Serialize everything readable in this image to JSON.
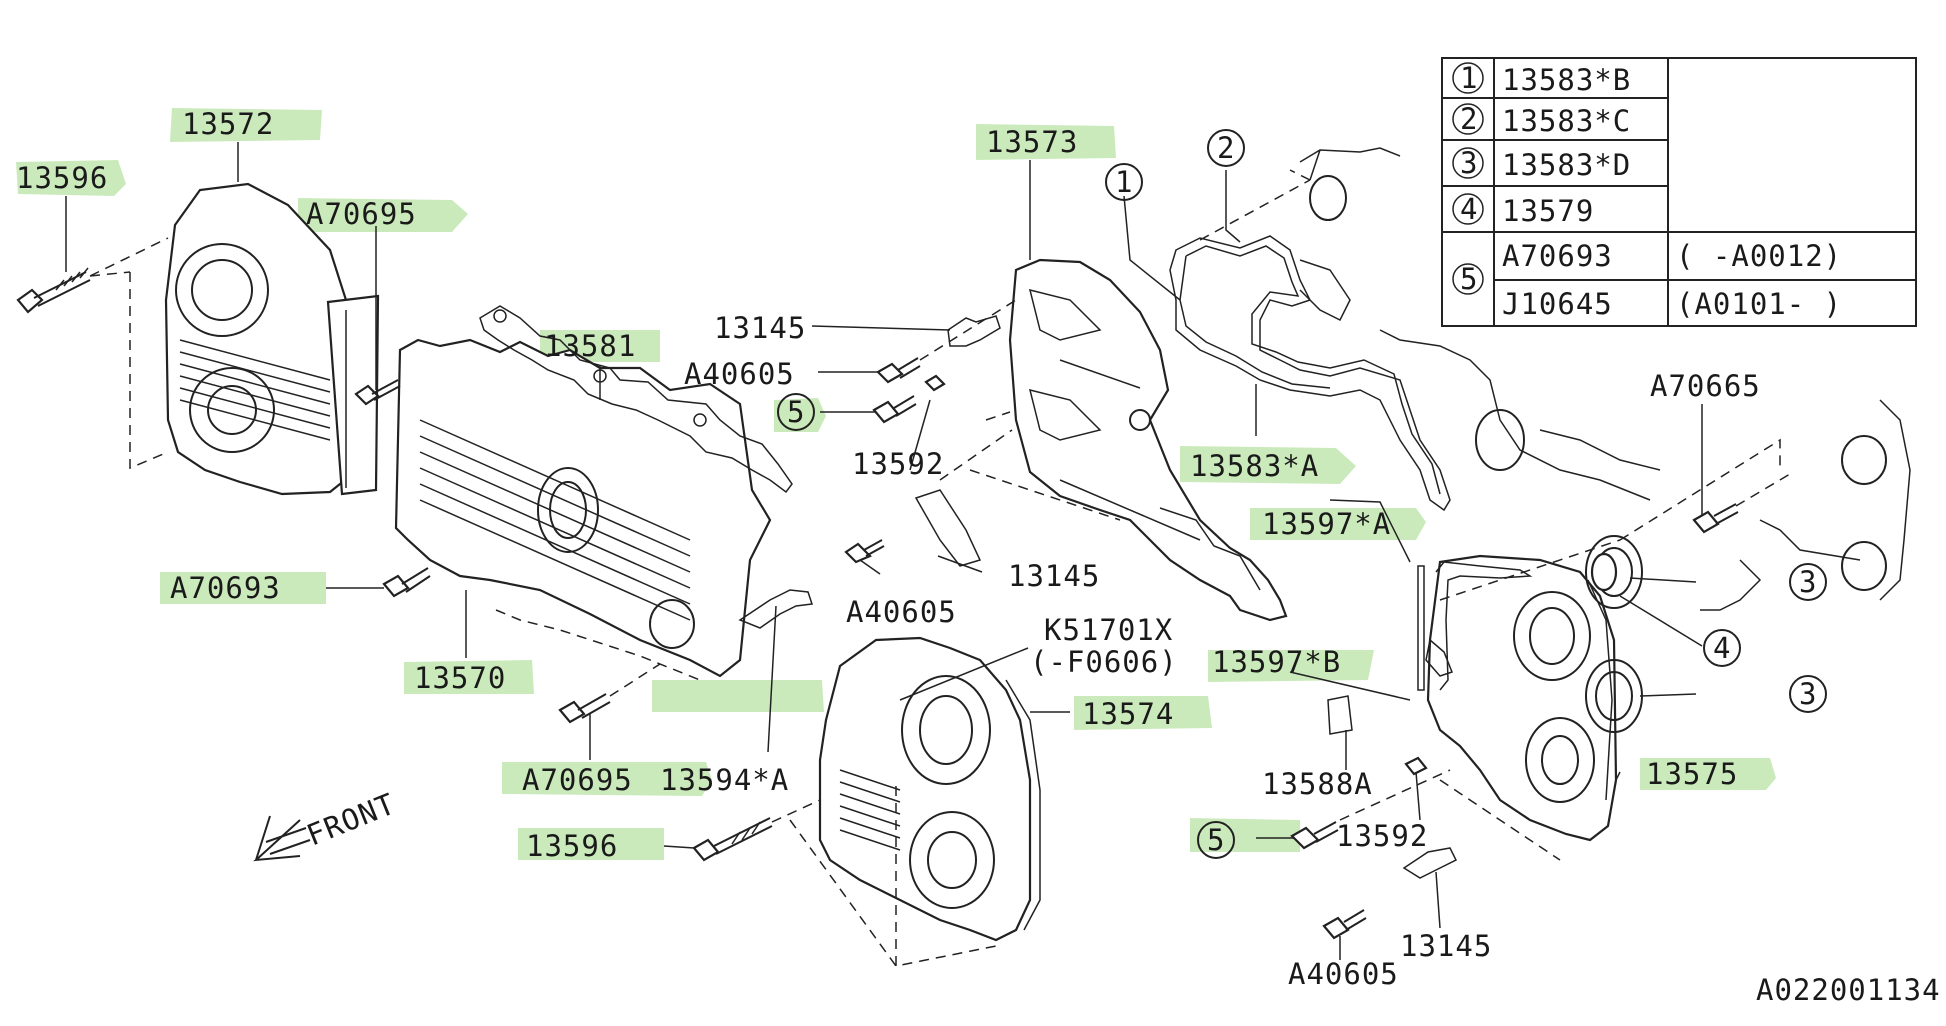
{
  "labels": {
    "p13572": "13572",
    "p13596_top": "13596",
    "a70695_top": "A70695",
    "p13581": "13581",
    "p13573": "13573",
    "p13145_top": "13145",
    "a40605_top": "A40605",
    "p13592_top": "13592",
    "p13583a": "13583*A",
    "p13597a": "13597*A",
    "a70693": "A70693",
    "p13570": "13570",
    "p13594a": "13594*A",
    "p13145_mid": "13145",
    "a40605_mid": "A40605",
    "k51701x": "K51701X",
    "k51701x_note": "(-F0606)",
    "p13574": "13574",
    "a70695_bot": "A70695",
    "p13596_bot": "13596",
    "p13597b": "13597*B",
    "p13588a": "13588A",
    "p13592_bot": "13592",
    "p13575": "13575",
    "p13145_bot": "13145",
    "a40605_bot": "A40605",
    "a70665": "A70665",
    "front": "FRONT",
    "diagram_id": "A022001134"
  },
  "callouts": {
    "c1": "1",
    "c2": "2",
    "c3a": "3",
    "c3b": "3",
    "c4": "4",
    "c5a": "5",
    "c5b": "5"
  },
  "legend": {
    "rows": [
      {
        "num": "1",
        "part": "13583*B",
        "note": ""
      },
      {
        "num": "2",
        "part": "13583*C",
        "note": ""
      },
      {
        "num": "3",
        "part": "13583*D",
        "note": ""
      },
      {
        "num": "4",
        "part": "13579",
        "note": ""
      }
    ],
    "row5": {
      "num": "5",
      "part_a": "A70693",
      "note_a": "(    -A0012)",
      "part_b": "J10645",
      "note_b": "(A0101-    )"
    }
  },
  "colors": {
    "highlight": "#b9e3a4",
    "ink": "#222222"
  }
}
